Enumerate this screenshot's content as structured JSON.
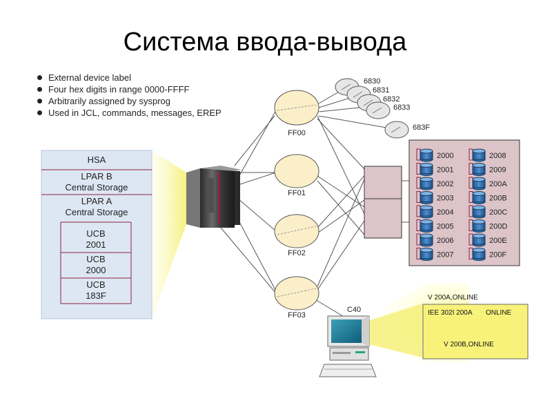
{
  "title": "Система ввода-вывода",
  "bullets": [
    "External device label",
    "Four hex digits in range 0000-FFFF",
    "Arbitrarily assigned by sysprog",
    "Used in JCL, commands, messages, EREP"
  ],
  "storage": {
    "hsa": "HSA",
    "lpar_b_1": "LPAR B",
    "lpar_b_2": "Central Storage",
    "lpar_a_1": "LPAR A",
    "lpar_a_2": "Central Storage",
    "ucb_1_title": "UCB",
    "ucb_1_num": "2001",
    "ucb_2_title": "UCB",
    "ucb_2_num": "2000",
    "ucb_3_title": "UCB",
    "ucb_3_num": "183F"
  },
  "channels": [
    "FF00",
    "FF01",
    "FF02",
    "FF03"
  ],
  "tapes": [
    "6830",
    "6831",
    "6832",
    "6833",
    "683F"
  ],
  "devices_left": [
    "2000",
    "2001",
    "2002",
    "2003",
    "2004",
    "2005",
    "2006",
    "2007"
  ],
  "devices_right": [
    "2008",
    "2009",
    "200A",
    "200B",
    "200C",
    "200D",
    "200E",
    "200F"
  ],
  "console": {
    "label": "C40",
    "command": "V 200A,ONLINE",
    "line1_msg": "IEE 302I 200A",
    "line1_status": "ONLINE",
    "line2": "V 200B,ONLINE"
  },
  "colors": {
    "beam": "#f5f07a",
    "storage_bg": "#dde7f3",
    "storage_line": "#8a2240",
    "channel_fill": "#fbefc9",
    "cabinet": "#dcc4c8",
    "console_bg": "#f8f27a",
    "disk": "#2b6fae"
  }
}
